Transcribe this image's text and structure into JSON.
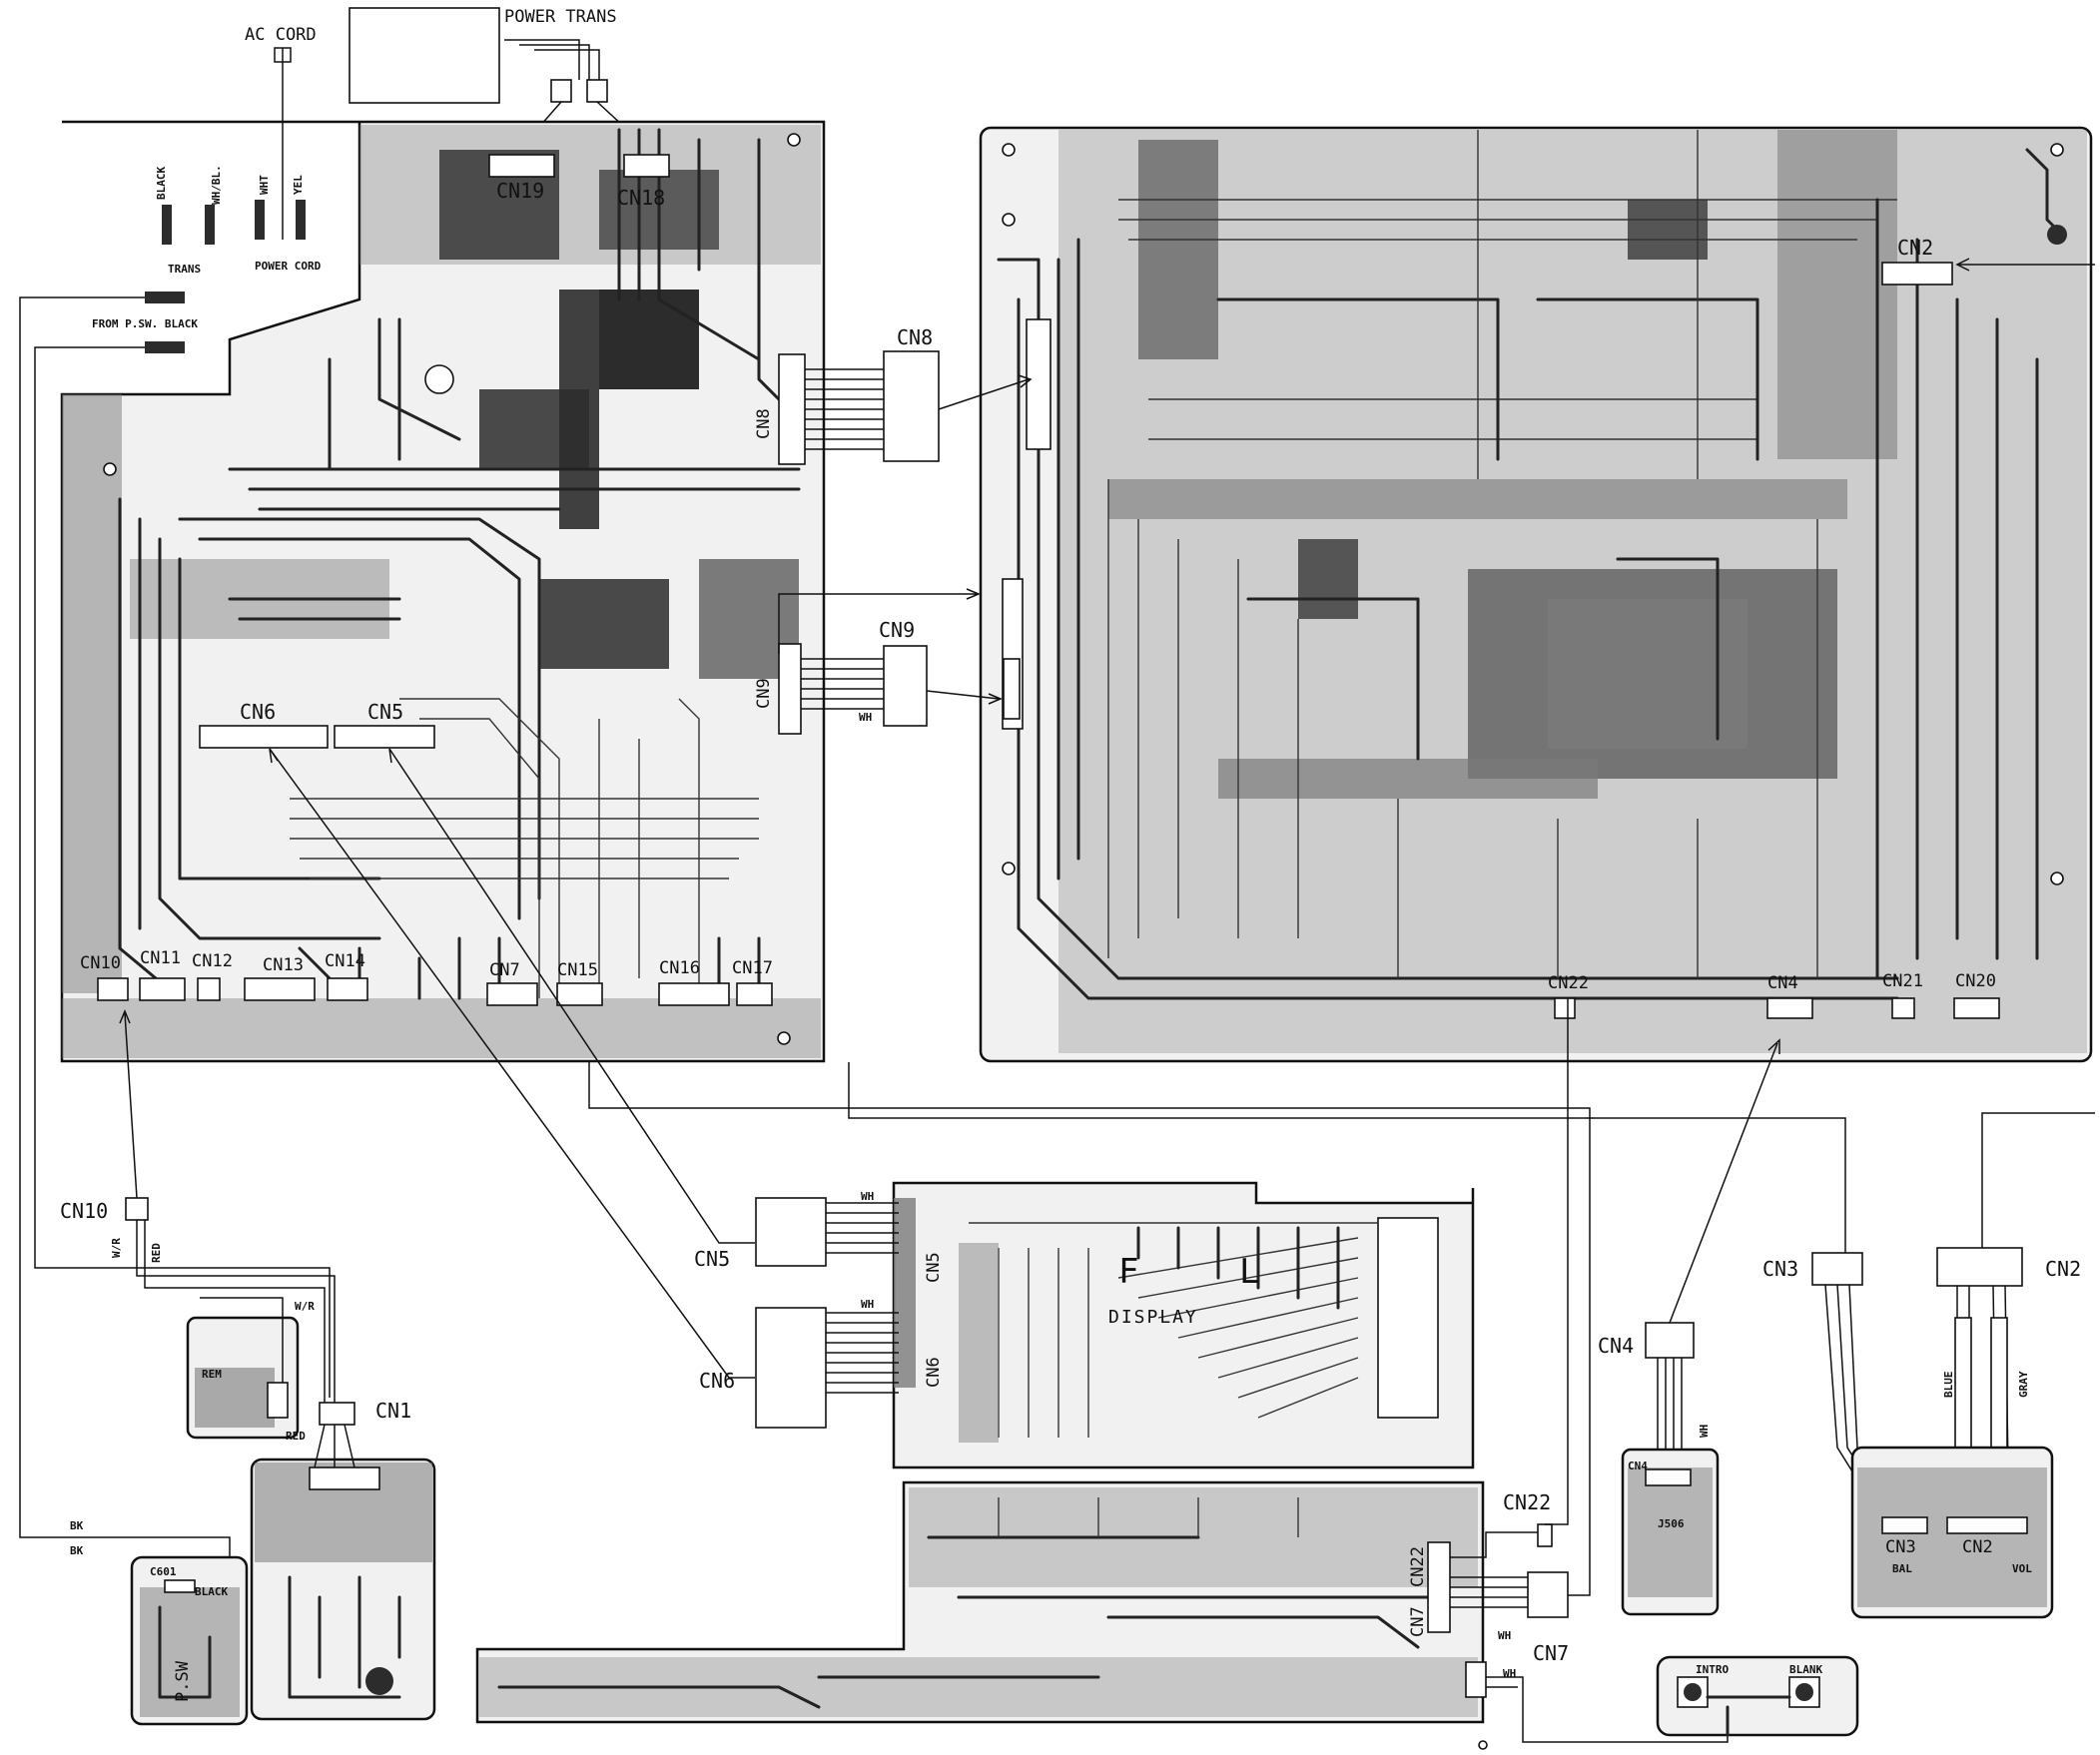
{
  "labels": {
    "ac_cord": "AC CORD",
    "power_trans": "POWER TRANS",
    "black": "BLACK",
    "wh_bl": "WH/BL.",
    "wht": "WHT",
    "yel": "YEL",
    "trans": "TRANS",
    "power_cord": "POWER CORD",
    "from_psw_black": "FROM P.SW. BLACK",
    "wh": "WH",
    "w_r": "W/R",
    "red": "RED",
    "bk": "BK",
    "rem": "REM",
    "c601": "C601",
    "psw": "P.SW",
    "fl": "F L",
    "display": "DISPLAY",
    "blue": "BLUE",
    "gray": "GRAY",
    "bal": "BAL",
    "vol": "VOL",
    "j506": "J506",
    "intro": "INTRO",
    "blank": "BLANK"
  },
  "connectors": {
    "left_board": [
      "CN19",
      "CN18",
      "CN8",
      "CN9",
      "CN6",
      "CN5",
      "CN10",
      "CN11",
      "CN12",
      "CN13",
      "CN14",
      "CN7",
      "CN15",
      "CN16",
      "CN17"
    ],
    "right_board": [
      "CN2",
      "CN22",
      "CN4",
      "CN21",
      "CN20"
    ],
    "harness": [
      "CN8",
      "CN9",
      "CN10",
      "CN1",
      "CN5",
      "CN6",
      "CN3",
      "CN2",
      "CN4",
      "CN22",
      "CN7"
    ],
    "sub_boards": [
      "CN5",
      "CN6",
      "CN22",
      "CN7",
      "CN4",
      "CN3",
      "CN2"
    ]
  }
}
